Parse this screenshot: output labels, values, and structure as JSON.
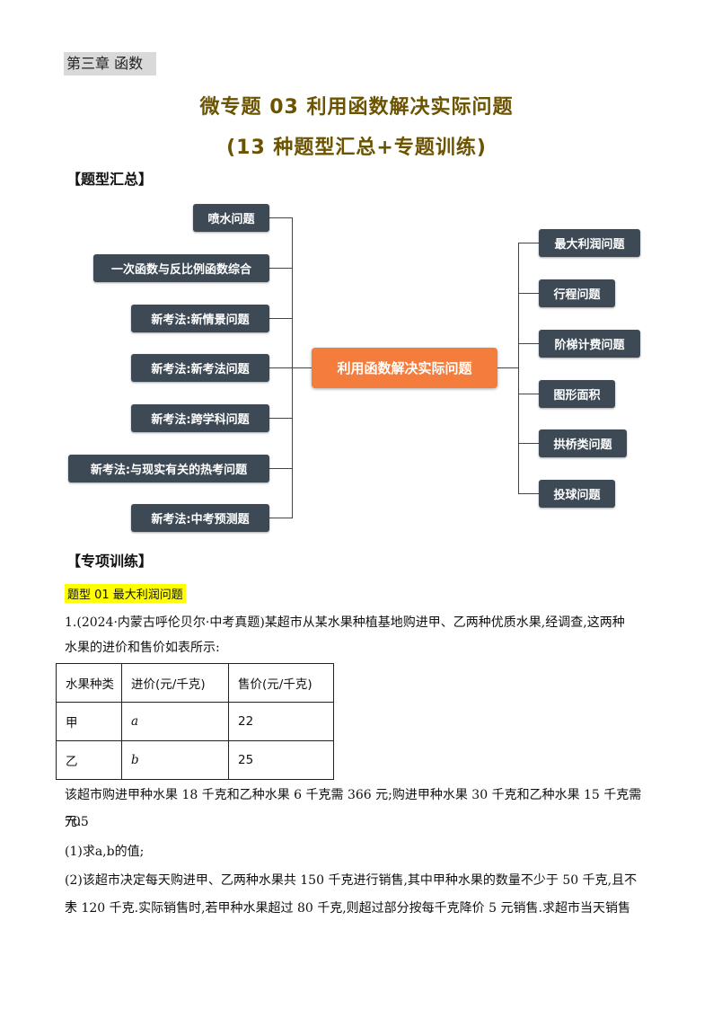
{
  "header": {
    "chapter": "第三章 函数",
    "title_line1": "微专题 03  利用函数解决实际问题",
    "title_line2": "(13 种题型汇总+专题训练)"
  },
  "section_summary": "【题型汇总】",
  "mindmap": {
    "center": "利用函数解决实际问题",
    "left_nodes": [
      "喷水问题",
      "一次函数与反比例函数综合",
      "新考法:新情景问题",
      "新考法:新考法问题",
      "新考法:跨学科问题",
      "新考法:与现实有关的热考问题",
      "新考法:中考预测题"
    ],
    "right_nodes": [
      "最大利润问题",
      "行程问题",
      "阶梯计费问题",
      "图形面积",
      "拱桥类问题",
      "投球问题"
    ]
  },
  "section_training": "【专项训练】",
  "topic_label": "题型 01  最大利润问题",
  "problem": {
    "intro_line1": "1.(2024·内蒙古呼伦贝尔·中考真题)某超市从某水果种植基地购进甲、乙两种优质水果,经调查,这两种",
    "intro_line2": "水果的进价和售价如表所示:",
    "table": {
      "headers": [
        "水果种类",
        "进价(元/千克)",
        "售价(元/千克)"
      ],
      "rows": [
        [
          "甲",
          "a",
          "22"
        ],
        [
          "乙",
          "b",
          "25"
        ]
      ]
    },
    "text_line1": "该超市购进甲种水果 18 千克和乙种水果 6 千克需 366 元;购进甲种水果 30 千克和乙种水果 15 千克需 705",
    "text_line2": "元.",
    "q1": "(1)求a,b的值;",
    "q2_line1": "(2)该超市决定每天购进甲、乙两种水果共 150 千克进行销售,其中甲种水果的数量不少于 50 千克,且不大",
    "q2_line2": "于 120 千克.实际销售时,若甲种水果超过 80 千克,则超过部分按每千克降价 5 元销售.求超市当天销售"
  },
  "colors": {
    "title": "#6b5300",
    "node_dark": "#3d4a55",
    "center_node": "#f47c3c",
    "topic_highlight": "#ffff00",
    "chapter_bg": "#d9d9d9"
  }
}
